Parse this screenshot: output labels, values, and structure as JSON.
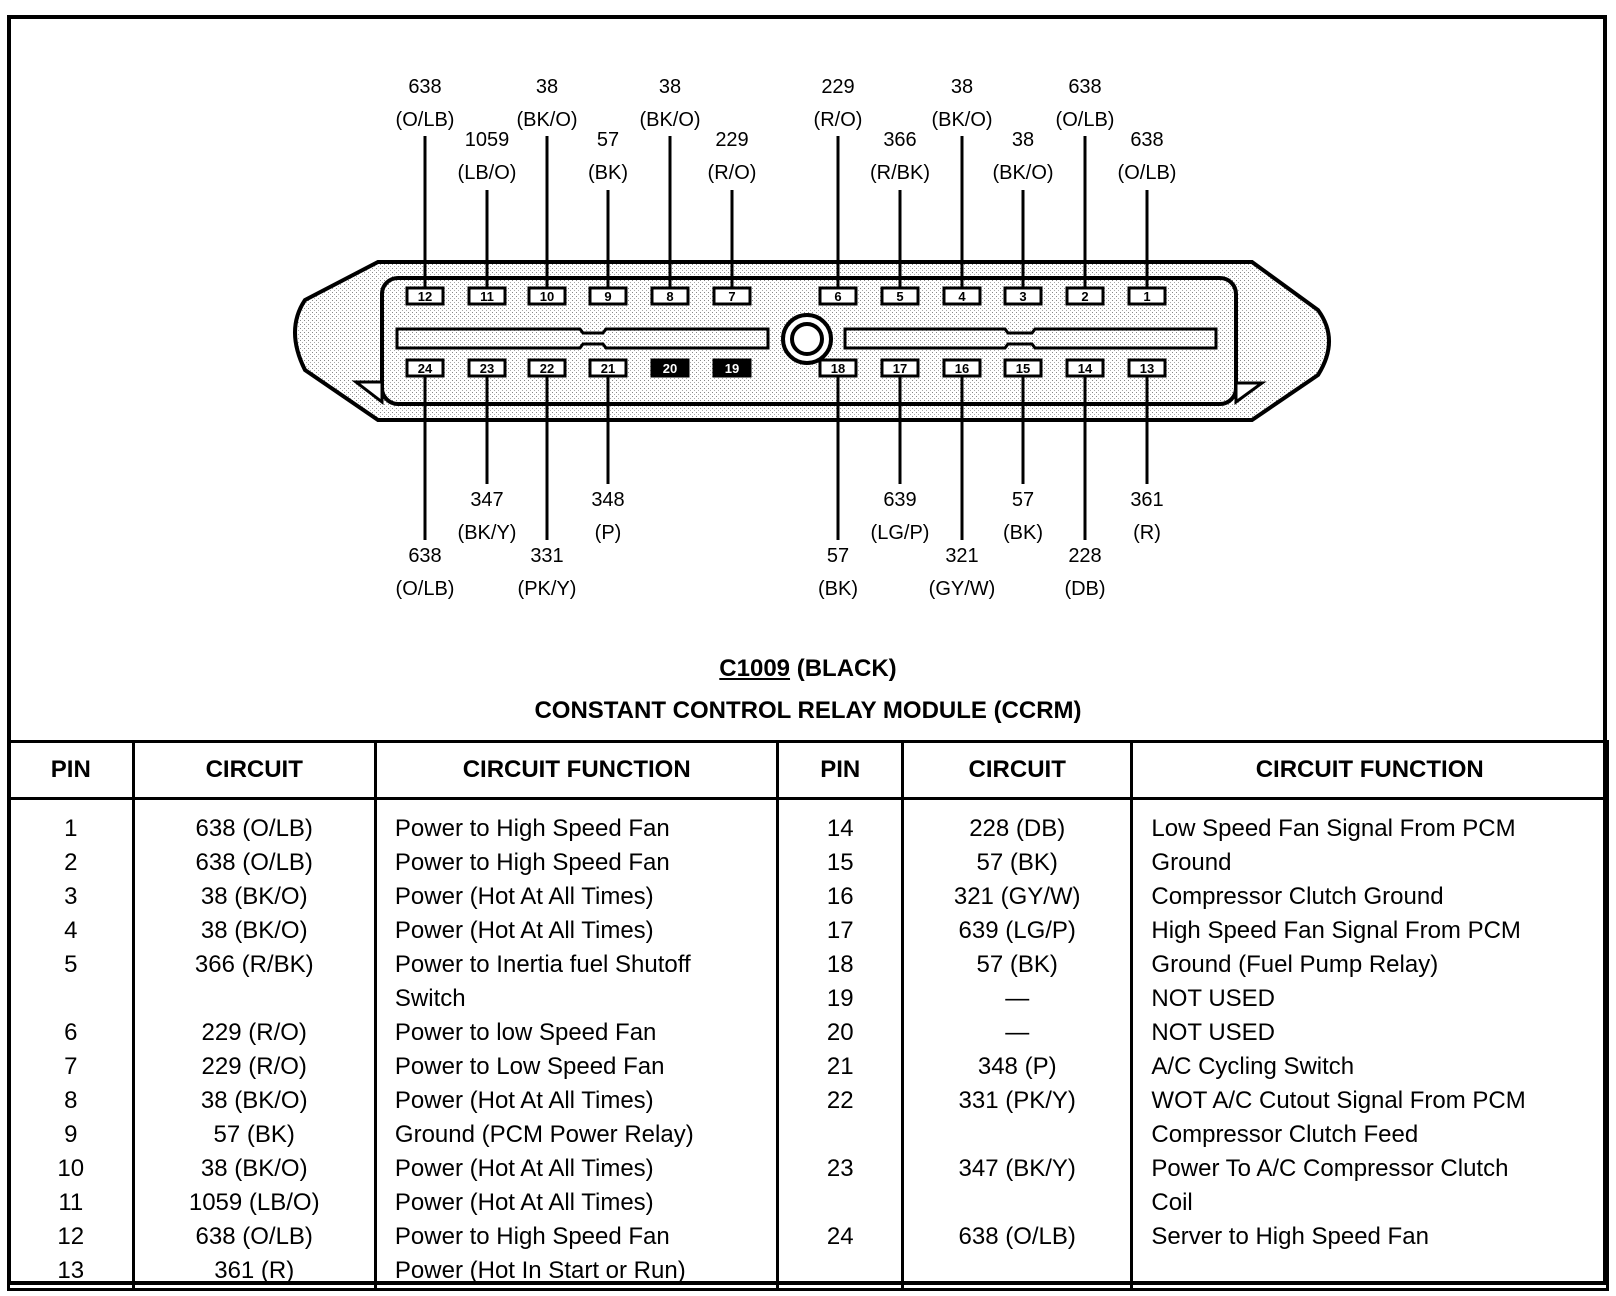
{
  "connector": {
    "id": "C1009",
    "color_label": "(BLACK)",
    "module_name": "CONSTANT CONTROL RELAY MODULE (CCRM)"
  },
  "pins_top": [
    {
      "pin": "12",
      "circuit": "638",
      "color": "(O/LB)",
      "level": "high"
    },
    {
      "pin": "11",
      "circuit": "1059",
      "color": "(LB/O)",
      "level": "low"
    },
    {
      "pin": "10",
      "circuit": "38",
      "color": "(BK/O)",
      "level": "high"
    },
    {
      "pin": "9",
      "circuit": "57",
      "color": "(BK)",
      "level": "low"
    },
    {
      "pin": "8",
      "circuit": "38",
      "color": "(BK/O)",
      "level": "high"
    },
    {
      "pin": "7",
      "circuit": "229",
      "color": "(R/O)",
      "level": "low"
    },
    {
      "pin": "6",
      "circuit": "229",
      "color": "(R/O)",
      "level": "high"
    },
    {
      "pin": "5",
      "circuit": "366",
      "color": "(R/BK)",
      "level": "low"
    },
    {
      "pin": "4",
      "circuit": "38",
      "color": "(BK/O)",
      "level": "high"
    },
    {
      "pin": "3",
      "circuit": "38",
      "color": "(BK/O)",
      "level": "low"
    },
    {
      "pin": "2",
      "circuit": "638",
      "color": "(O/LB)",
      "level": "high"
    },
    {
      "pin": "1",
      "circuit": "638",
      "color": "(O/LB)",
      "level": "low"
    }
  ],
  "pins_bottom": [
    {
      "pin": "24",
      "circuit": "638",
      "color": "(O/LB)",
      "level": "far",
      "used": true
    },
    {
      "pin": "23",
      "circuit": "347",
      "color": "(BK/Y)",
      "level": "near",
      "used": true
    },
    {
      "pin": "22",
      "circuit": "331",
      "color": "(PK/Y)",
      "level": "far",
      "used": true
    },
    {
      "pin": "21",
      "circuit": "348",
      "color": "(P)",
      "level": "near",
      "used": true
    },
    {
      "pin": "20",
      "circuit": "",
      "color": "",
      "level": "none",
      "used": false
    },
    {
      "pin": "19",
      "circuit": "",
      "color": "",
      "level": "none",
      "used": false
    },
    {
      "pin": "18",
      "circuit": "57",
      "color": "(BK)",
      "level": "far",
      "used": true
    },
    {
      "pin": "17",
      "circuit": "639",
      "color": "(LG/P)",
      "level": "near",
      "used": true
    },
    {
      "pin": "16",
      "circuit": "321",
      "color": "(GY/W)",
      "level": "far",
      "used": true
    },
    {
      "pin": "15",
      "circuit": "57",
      "color": "(BK)",
      "level": "near",
      "used": true
    },
    {
      "pin": "14",
      "circuit": "228",
      "color": "(DB)",
      "level": "far",
      "used": true
    },
    {
      "pin": "13",
      "circuit": "361",
      "color": "(R)",
      "level": "near",
      "used": true
    }
  ],
  "table": {
    "headers": [
      "PIN",
      "CIRCUIT",
      "CIRCUIT FUNCTION",
      "PIN",
      "CIRCUIT",
      "CIRCUIT FUNCTION"
    ],
    "left_lines": [
      {
        "pin": "1",
        "circuit": "638 (O/LB)",
        "function": "Power to High Speed Fan"
      },
      {
        "pin": "2",
        "circuit": "638 (O/LB)",
        "function": "Power to High Speed Fan"
      },
      {
        "pin": "3",
        "circuit": "38 (BK/O)",
        "function": "Power (Hot At All Times)"
      },
      {
        "pin": "4",
        "circuit": "38 (BK/O)",
        "function": "Power (Hot At All Times)"
      },
      {
        "pin": "5",
        "circuit": "366 (R/BK)",
        "function": "Power to Inertia fuel Shutoff"
      },
      {
        "pin": "",
        "circuit": "",
        "function": "Switch"
      },
      {
        "pin": "6",
        "circuit": "229 (R/O)",
        "function": "Power to low Speed Fan"
      },
      {
        "pin": "7",
        "circuit": "229 (R/O)",
        "function": "Power to Low Speed Fan"
      },
      {
        "pin": "8",
        "circuit": "38 (BK/O)",
        "function": "Power (Hot At All Times)"
      },
      {
        "pin": "9",
        "circuit": "57 (BK)",
        "function": "Ground (PCM Power Relay)"
      },
      {
        "pin": "10",
        "circuit": "38 (BK/O)",
        "function": "Power (Hot At All Times)"
      },
      {
        "pin": "11",
        "circuit": "1059 (LB/O)",
        "function": "Power (Hot At All Times)"
      },
      {
        "pin": "12",
        "circuit": "638 (O/LB)",
        "function": "Power to High Speed Fan"
      },
      {
        "pin": "13",
        "circuit": "361 (R)",
        "function": "Power (Hot In Start or Run)"
      }
    ],
    "right_lines": [
      {
        "pin": "14",
        "circuit": "228 (DB)",
        "function": "Low Speed Fan Signal From PCM"
      },
      {
        "pin": "15",
        "circuit": "57 (BK)",
        "function": "Ground"
      },
      {
        "pin": "16",
        "circuit": "321 (GY/W)",
        "function": "Compressor Clutch Ground"
      },
      {
        "pin": "17",
        "circuit": "639 (LG/P)",
        "function": "High Speed Fan Signal From PCM"
      },
      {
        "pin": "18",
        "circuit": "57 (BK)",
        "function": "Ground (Fuel Pump Relay)"
      },
      {
        "pin": "19",
        "circuit": "—",
        "function": "NOT USED"
      },
      {
        "pin": "20",
        "circuit": "—",
        "function": "NOT USED"
      },
      {
        "pin": "21",
        "circuit": "348 (P)",
        "function": "A/C Cycling Switch"
      },
      {
        "pin": "22",
        "circuit": "331 (PK/Y)",
        "function": "WOT A/C Cutout Signal From PCM"
      },
      {
        "pin": "",
        "circuit": "",
        "function": "Compressor Clutch Feed"
      },
      {
        "pin": "23",
        "circuit": "347 (BK/Y)",
        "function": "Power To A/C Compressor Clutch"
      },
      {
        "pin": "",
        "circuit": "",
        "function": "Coil"
      },
      {
        "pin": "24",
        "circuit": "638 (O/LB)",
        "function": "Server to High Speed Fan"
      }
    ]
  }
}
